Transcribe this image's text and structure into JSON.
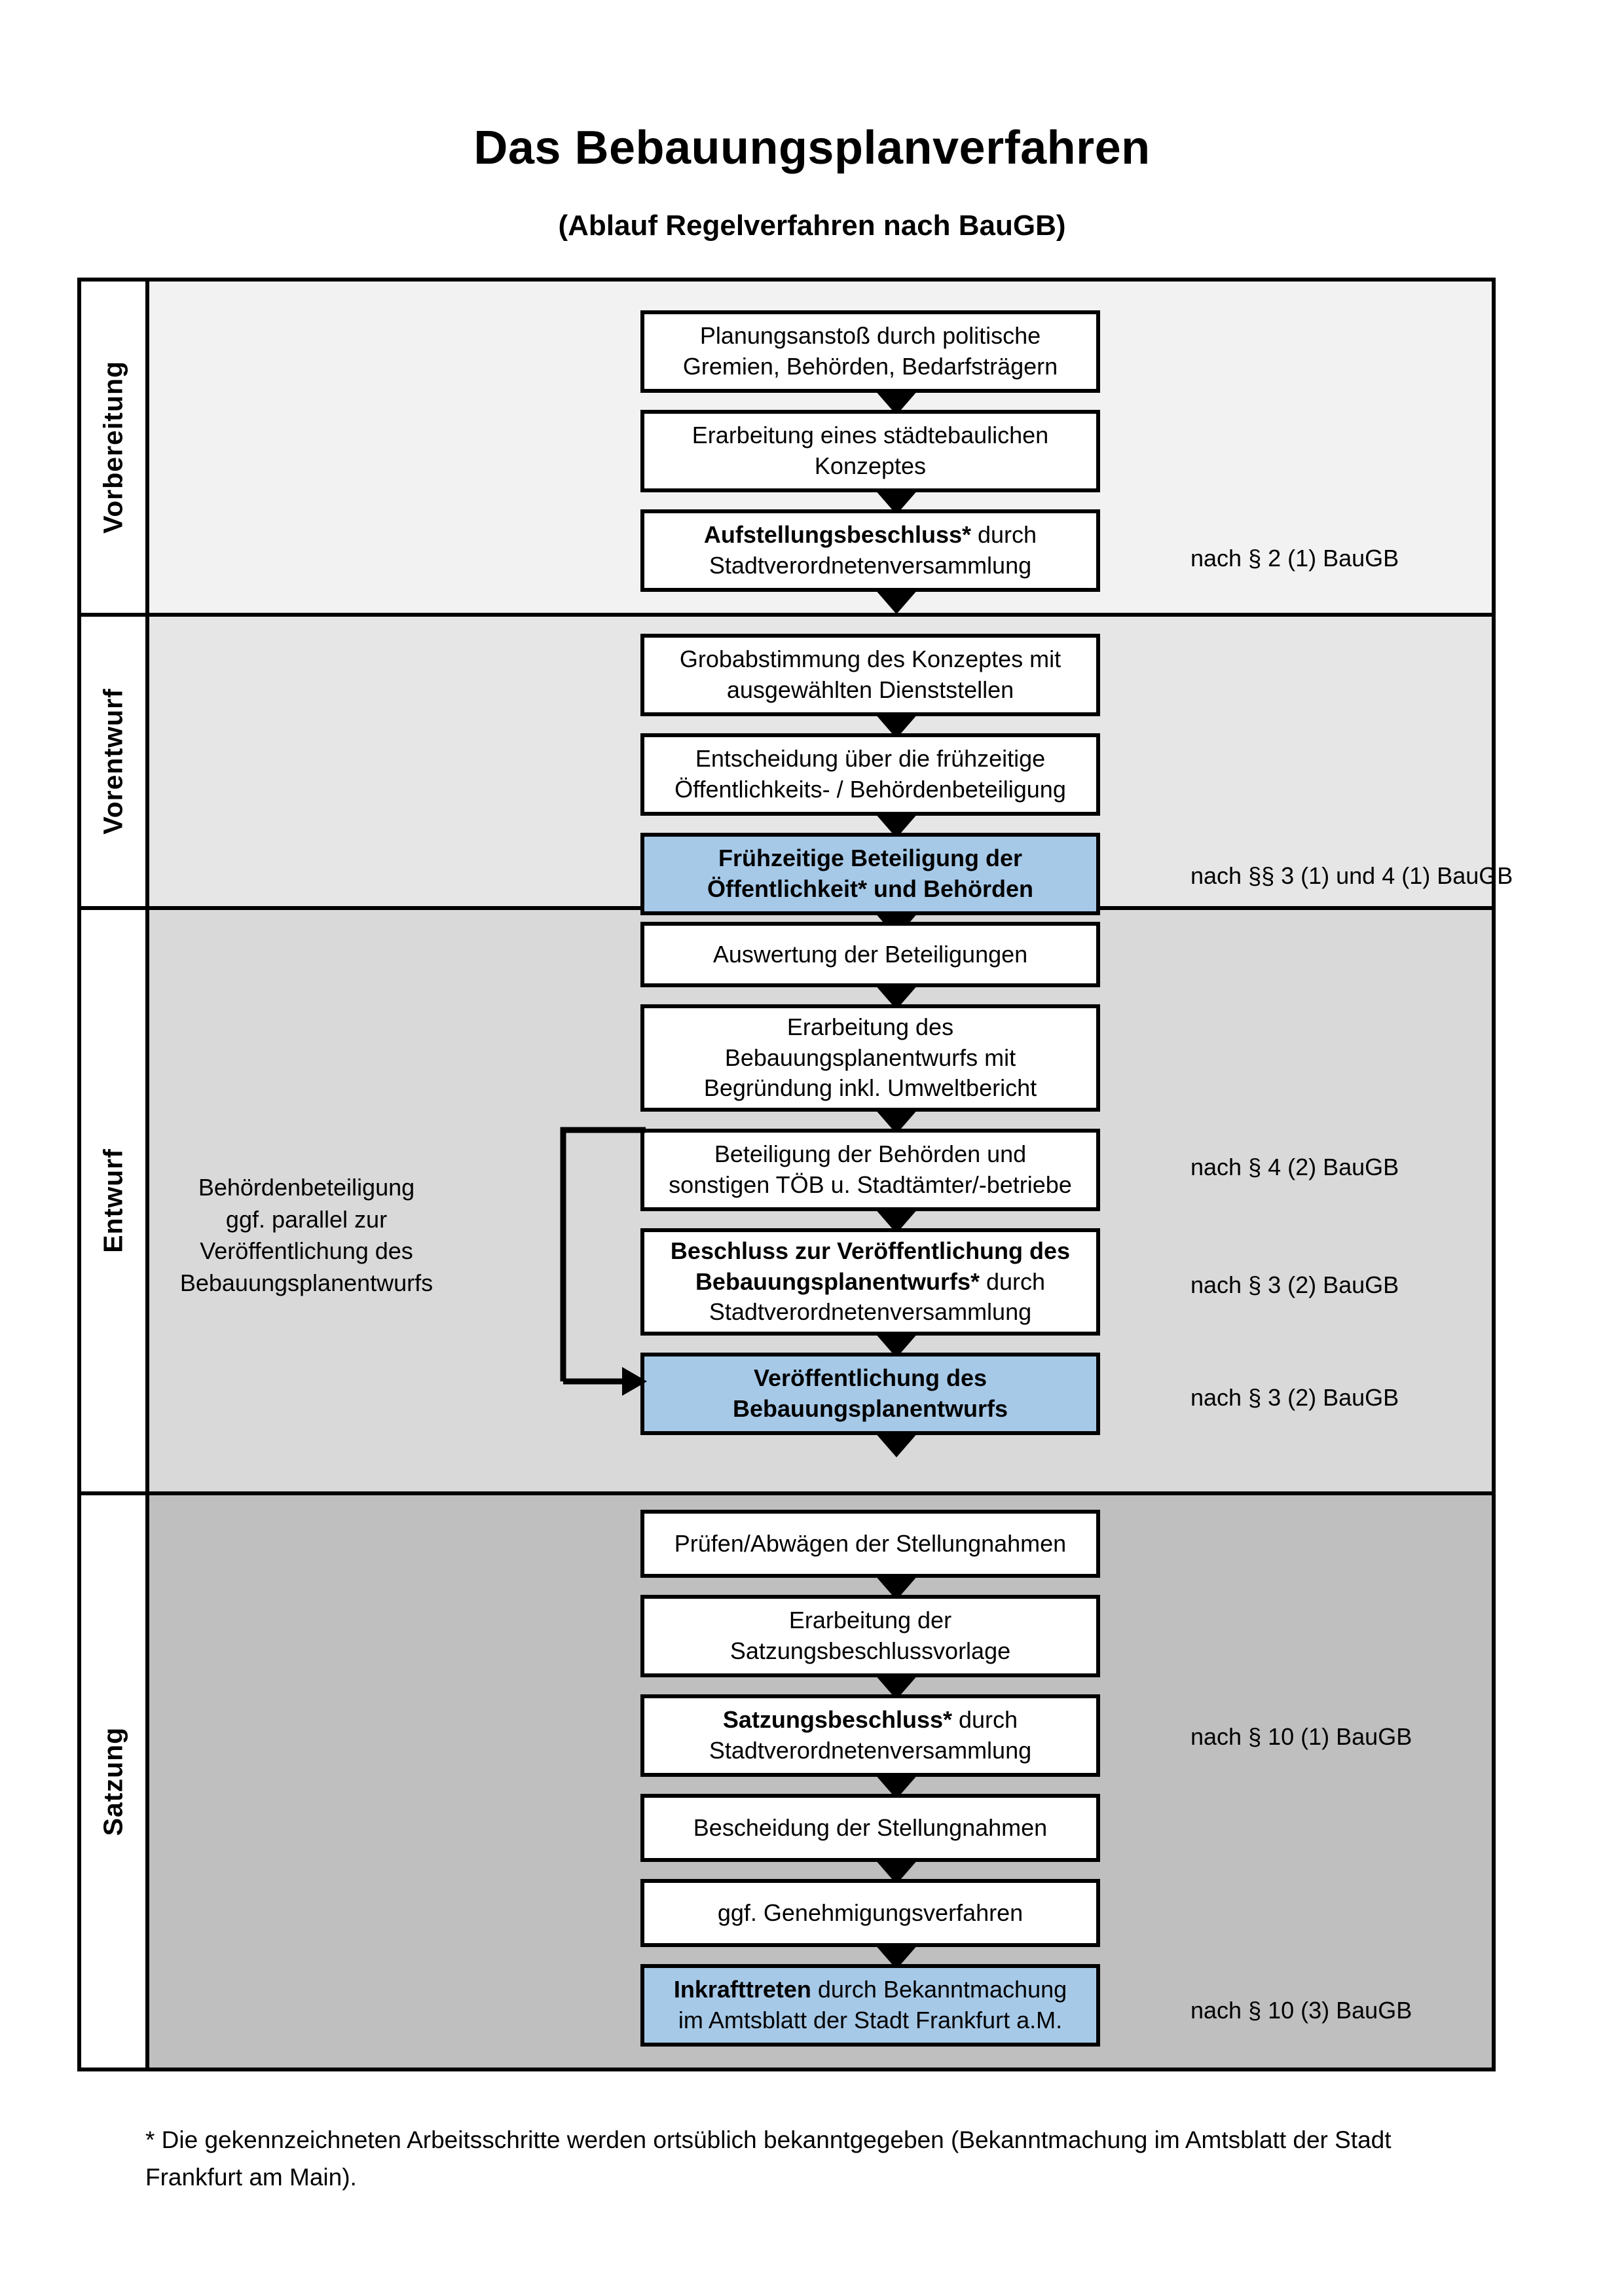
{
  "header": {
    "title": "Das Bebauungsplanverfahren",
    "subtitle": "(Ablauf Regelverfahren nach BauGB)"
  },
  "colors": {
    "highlight_blue": "#a6c9e8",
    "band_vorbereitung": "#f2f2f2",
    "band_vorentwurf": "#e6e6e6",
    "band_entwurf": "#d9d9d9",
    "band_satzung": "#bfbfbf",
    "outline": "#000000"
  },
  "phases": [
    {
      "id": "vorbereitung",
      "label": "Vorbereitung"
    },
    {
      "id": "vorentwurf",
      "label": "Vorentwurf"
    },
    {
      "id": "entwurf",
      "label": "Entwurf"
    },
    {
      "id": "satzung",
      "label": "Satzung"
    }
  ],
  "steps": [
    {
      "id": "planungsanstoss",
      "phase": "vorbereitung",
      "highlight": false,
      "lines": [
        "Planungsanstoß durch politische",
        "Gremien, Behörden, Bedarfsträgern"
      ],
      "bold_prefix": ""
    },
    {
      "id": "staedtebauliches-konzept",
      "phase": "vorbereitung",
      "highlight": false,
      "lines": [
        "Erarbeitung eines städtebaulichen",
        "Konzeptes"
      ],
      "bold_prefix": ""
    },
    {
      "id": "aufstellungsbeschluss",
      "phase": "vorbereitung",
      "highlight": false,
      "lines": [
        "Aufstellungsbeschluss* durch",
        "Stadtverordnetenversammlung"
      ],
      "bold_prefix": "Aufstellungsbeschluss*"
    },
    {
      "id": "grobabstimmung",
      "phase": "vorentwurf",
      "highlight": false,
      "lines": [
        "Grobabstimmung des Konzeptes mit",
        "ausgewählten Dienststellen"
      ],
      "bold_prefix": ""
    },
    {
      "id": "entscheidung-fruehzeitig",
      "phase": "vorentwurf",
      "highlight": false,
      "lines": [
        "Entscheidung über die frühzeitige",
        "Öffentlichkeits- / Behördenbeteiligung"
      ],
      "bold_prefix": ""
    },
    {
      "id": "fruehzeitige-beteiligung",
      "phase": "vorentwurf",
      "highlight": true,
      "lines": [
        "Frühzeitige Beteiligung der",
        "Öffentlichkeit* und Behörden"
      ],
      "bold_prefix": "ALL"
    },
    {
      "id": "auswertung-beteiligungen",
      "phase": "entwurf",
      "highlight": false,
      "lines": [
        "Auswertung der Beteiligungen"
      ],
      "bold_prefix": ""
    },
    {
      "id": "erarbeitung-entwurf",
      "phase": "entwurf",
      "highlight": false,
      "lines": [
        "Erarbeitung des",
        "Bebauungsplanentwurfs mit",
        "Begründung inkl. Umweltbericht"
      ],
      "bold_prefix": ""
    },
    {
      "id": "beteiligung-behoerden",
      "phase": "entwurf",
      "highlight": false,
      "lines": [
        "Beteiligung der Behörden und",
        "sonstigen TÖB u. Stadtämter/-betriebe"
      ],
      "bold_prefix": ""
    },
    {
      "id": "beschluss-veroeffentlichung",
      "phase": "entwurf",
      "highlight": false,
      "lines": [
        "Beschluss zur Veröffentlichung des",
        "Bebauungsplanentwurfs* durch",
        "Stadtverordnetenversammlung"
      ],
      "bold_prefix": "Beschluss zur Veröffentlichung des Bebauungsplanentwurfs*"
    },
    {
      "id": "veroeffentlichung-entwurf",
      "phase": "entwurf",
      "highlight": true,
      "lines": [
        "Veröffentlichung des",
        "Bebauungsplanentwurfs"
      ],
      "bold_prefix": "ALL"
    },
    {
      "id": "pruefen-abwaegen",
      "phase": "satzung",
      "highlight": false,
      "lines": [
        "Prüfen/Abwägen der Stellungnahmen"
      ],
      "bold_prefix": ""
    },
    {
      "id": "satzungsbeschlussvorlage",
      "phase": "satzung",
      "highlight": false,
      "lines": [
        "Erarbeitung der",
        "Satzungsbeschlussvorlage"
      ],
      "bold_prefix": ""
    },
    {
      "id": "satzungsbeschluss",
      "phase": "satzung",
      "highlight": false,
      "lines": [
        "Satzungsbeschluss* durch",
        "Stadtverordnetenversammlung"
      ],
      "bold_prefix": "Satzungsbeschluss*"
    },
    {
      "id": "bescheidung-stellungnahmen",
      "phase": "satzung",
      "highlight": false,
      "lines": [
        "Bescheidung der Stellungnahmen"
      ],
      "bold_prefix": ""
    },
    {
      "id": "genehmigungsverfahren",
      "phase": "satzung",
      "highlight": false,
      "lines": [
        "ggf. Genehmigungsverfahren"
      ],
      "bold_prefix": ""
    },
    {
      "id": "inkrafttreten",
      "phase": "satzung",
      "highlight": true,
      "lines": [
        "Inkrafttreten durch Bekanntmachung",
        "im Amtsblatt der Stadt Frankfurt a.M."
      ],
      "bold_prefix": "Inkrafttreten"
    }
  ],
  "step_text": {
    "planungsanstoss_l1": "Planungsanstoß durch politische",
    "planungsanstoss_l2": "Gremien, Behörden, Bedarfsträgern",
    "konzept_l1": "Erarbeitung eines städtebaulichen",
    "konzept_l2": "Konzeptes",
    "aufstellung_bold": "Aufstellungsbeschluss*",
    "aufstellung_rest": " durch",
    "aufstellung_l2": "Stadtverordnetenversammlung",
    "grobabstimmung_l1": "Grobabstimmung des Konzeptes mit",
    "grobabstimmung_l2": "ausgewählten Dienststellen",
    "entscheidung_l1": "Entscheidung über die frühzeitige",
    "entscheidung_l2": "Öffentlichkeits- / Behördenbeteiligung",
    "fruehbeteiligung_l1": "Frühzeitige Beteiligung der",
    "fruehbeteiligung_l2": "Öffentlichkeit* und Behörden",
    "auswertung_l1": "Auswertung der Beteiligungen",
    "erarbeitung_l1": "Erarbeitung des",
    "erarbeitung_l2": "Bebauungsplanentwurfs mit",
    "erarbeitung_l3": "Begründung inkl. Umweltbericht",
    "behoerden_l1": "Beteiligung der Behörden und",
    "behoerden_l2": "sonstigen TÖB u. Stadtämter/-betriebe",
    "beschluss_bold1": "Beschluss zur Veröffentlichung des",
    "beschluss_bold2": "Bebauungsplanentwurfs*",
    "beschluss_rest": " durch",
    "beschluss_l3": "Stadtverordnetenversammlung",
    "veroeff_l1": "Veröffentlichung des",
    "veroeff_l2": "Bebauungsplanentwurfs",
    "pruefen_l1": "Prüfen/Abwägen der Stellungnahmen",
    "satzungsvorlage_l1": "Erarbeitung der",
    "satzungsvorlage_l2": "Satzungsbeschlussvorlage",
    "satzungsbeschluss_bold": "Satzungsbeschluss*",
    "satzungsbeschluss_rest": " durch",
    "satzungsbeschluss_l2": "Stadtverordnetenversammlung",
    "bescheidung_l1": "Bescheidung der Stellungnahmen",
    "genehmigung_l1": "ggf. Genehmigungsverfahren",
    "inkrafttreten_bold": "Inkrafttreten",
    "inkrafttreten_rest": " durch Bekanntmachung",
    "inkrafttreten_l2": "im Amtsblatt der Stadt Frankfurt a.M."
  },
  "legal_references": [
    {
      "id": "ref-aufstellungsbeschluss",
      "text": "nach § 2 (1) BauGB"
    },
    {
      "id": "ref-fruehzeitige-beteiligung",
      "text": "nach §§ 3 (1) und 4 (1) BauGB"
    },
    {
      "id": "ref-behoerdenbeteiligung",
      "text": "nach § 4 (2) BauGB"
    },
    {
      "id": "ref-beschluss-veroeff",
      "text": "nach § 3 (2) BauGB"
    },
    {
      "id": "ref-veroeffentlichung",
      "text": "nach § 3 (2) BauGB"
    },
    {
      "id": "ref-satzungsbeschluss",
      "text": "nach § 10 (1) BauGB"
    },
    {
      "id": "ref-inkrafttreten",
      "text": "nach § 10 (3) BauGB"
    }
  ],
  "sidenote": {
    "l1": "Behördenbeteiligung",
    "l2": "ggf. parallel zur",
    "l3": "Veröffentlichung des",
    "l4": "Bebauungsplanentwurfs"
  },
  "footnote": {
    "text": "* Die gekennzeichneten Arbeitsschritte werden ortsüblich bekanntgegeben (Bekanntmachung im Amtsblatt  der Stadt Frankfurt am Main)."
  }
}
